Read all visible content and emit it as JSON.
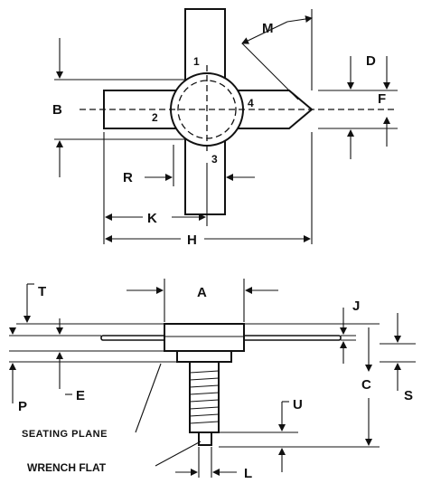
{
  "figure": {
    "top_view": {
      "dimension_labels": {
        "M": "M",
        "D": "D",
        "B": "B",
        "F": "F",
        "R": "R",
        "K": "K",
        "H": "H"
      },
      "pin_numbers": [
        "1",
        "2",
        "3",
        "4"
      ]
    },
    "side_view": {
      "dimension_labels": {
        "T": "T",
        "A": "A",
        "J": "J",
        "P": "P",
        "E": "E",
        "C": "C",
        "S": "S",
        "U": "U",
        "L": "L"
      },
      "callouts": {
        "seating_plane": "SEATING PLANE",
        "wrench_flat": "WRENCH FLAT"
      }
    }
  }
}
